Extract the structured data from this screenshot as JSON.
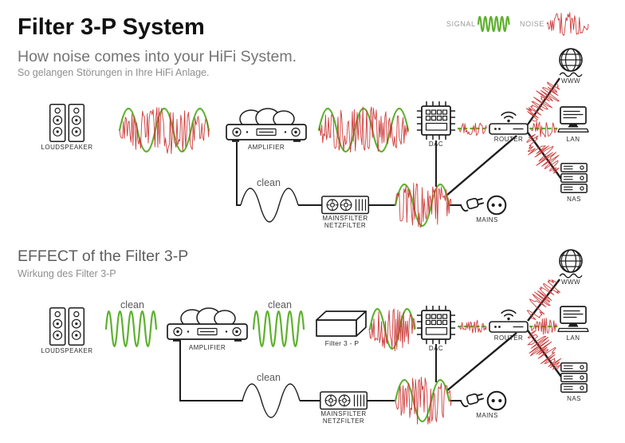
{
  "header": {
    "title": "Filter 3-P System",
    "subtitle": "How noise comes into your HiFi System.",
    "subtitle_de": "So gelangen Störungen in Ihre HiFi Anlage."
  },
  "legend": {
    "signal": "SIGNAL",
    "noise": "NOISE"
  },
  "section_effect": {
    "title": "EFFECT of the Filter 3-P",
    "subtitle": "Wirkung des Filter 3-P"
  },
  "labels": {
    "loudspeaker": "LOUDSPEAKER",
    "amplifier": "AMPLIFIER",
    "dac": "DAC",
    "router": "ROUTER",
    "www": "WWW",
    "lan": "LAN",
    "nas": "NAS",
    "mains": "MAINS",
    "mainsfilter_line1": "MAINSFILTER",
    "mainsfilter_line2": "NETZFILTER",
    "clean": "clean",
    "filter3p": "Filter 3 - P"
  },
  "colors": {
    "signal_green": "#5fb130",
    "noise_red": "#cc3333",
    "line_black": "#1d1d1d",
    "title_black": "#111111",
    "subtitle_gray": "#757575",
    "muted_gray": "#8e8e8e",
    "label_gray": "#2e2e2e"
  }
}
